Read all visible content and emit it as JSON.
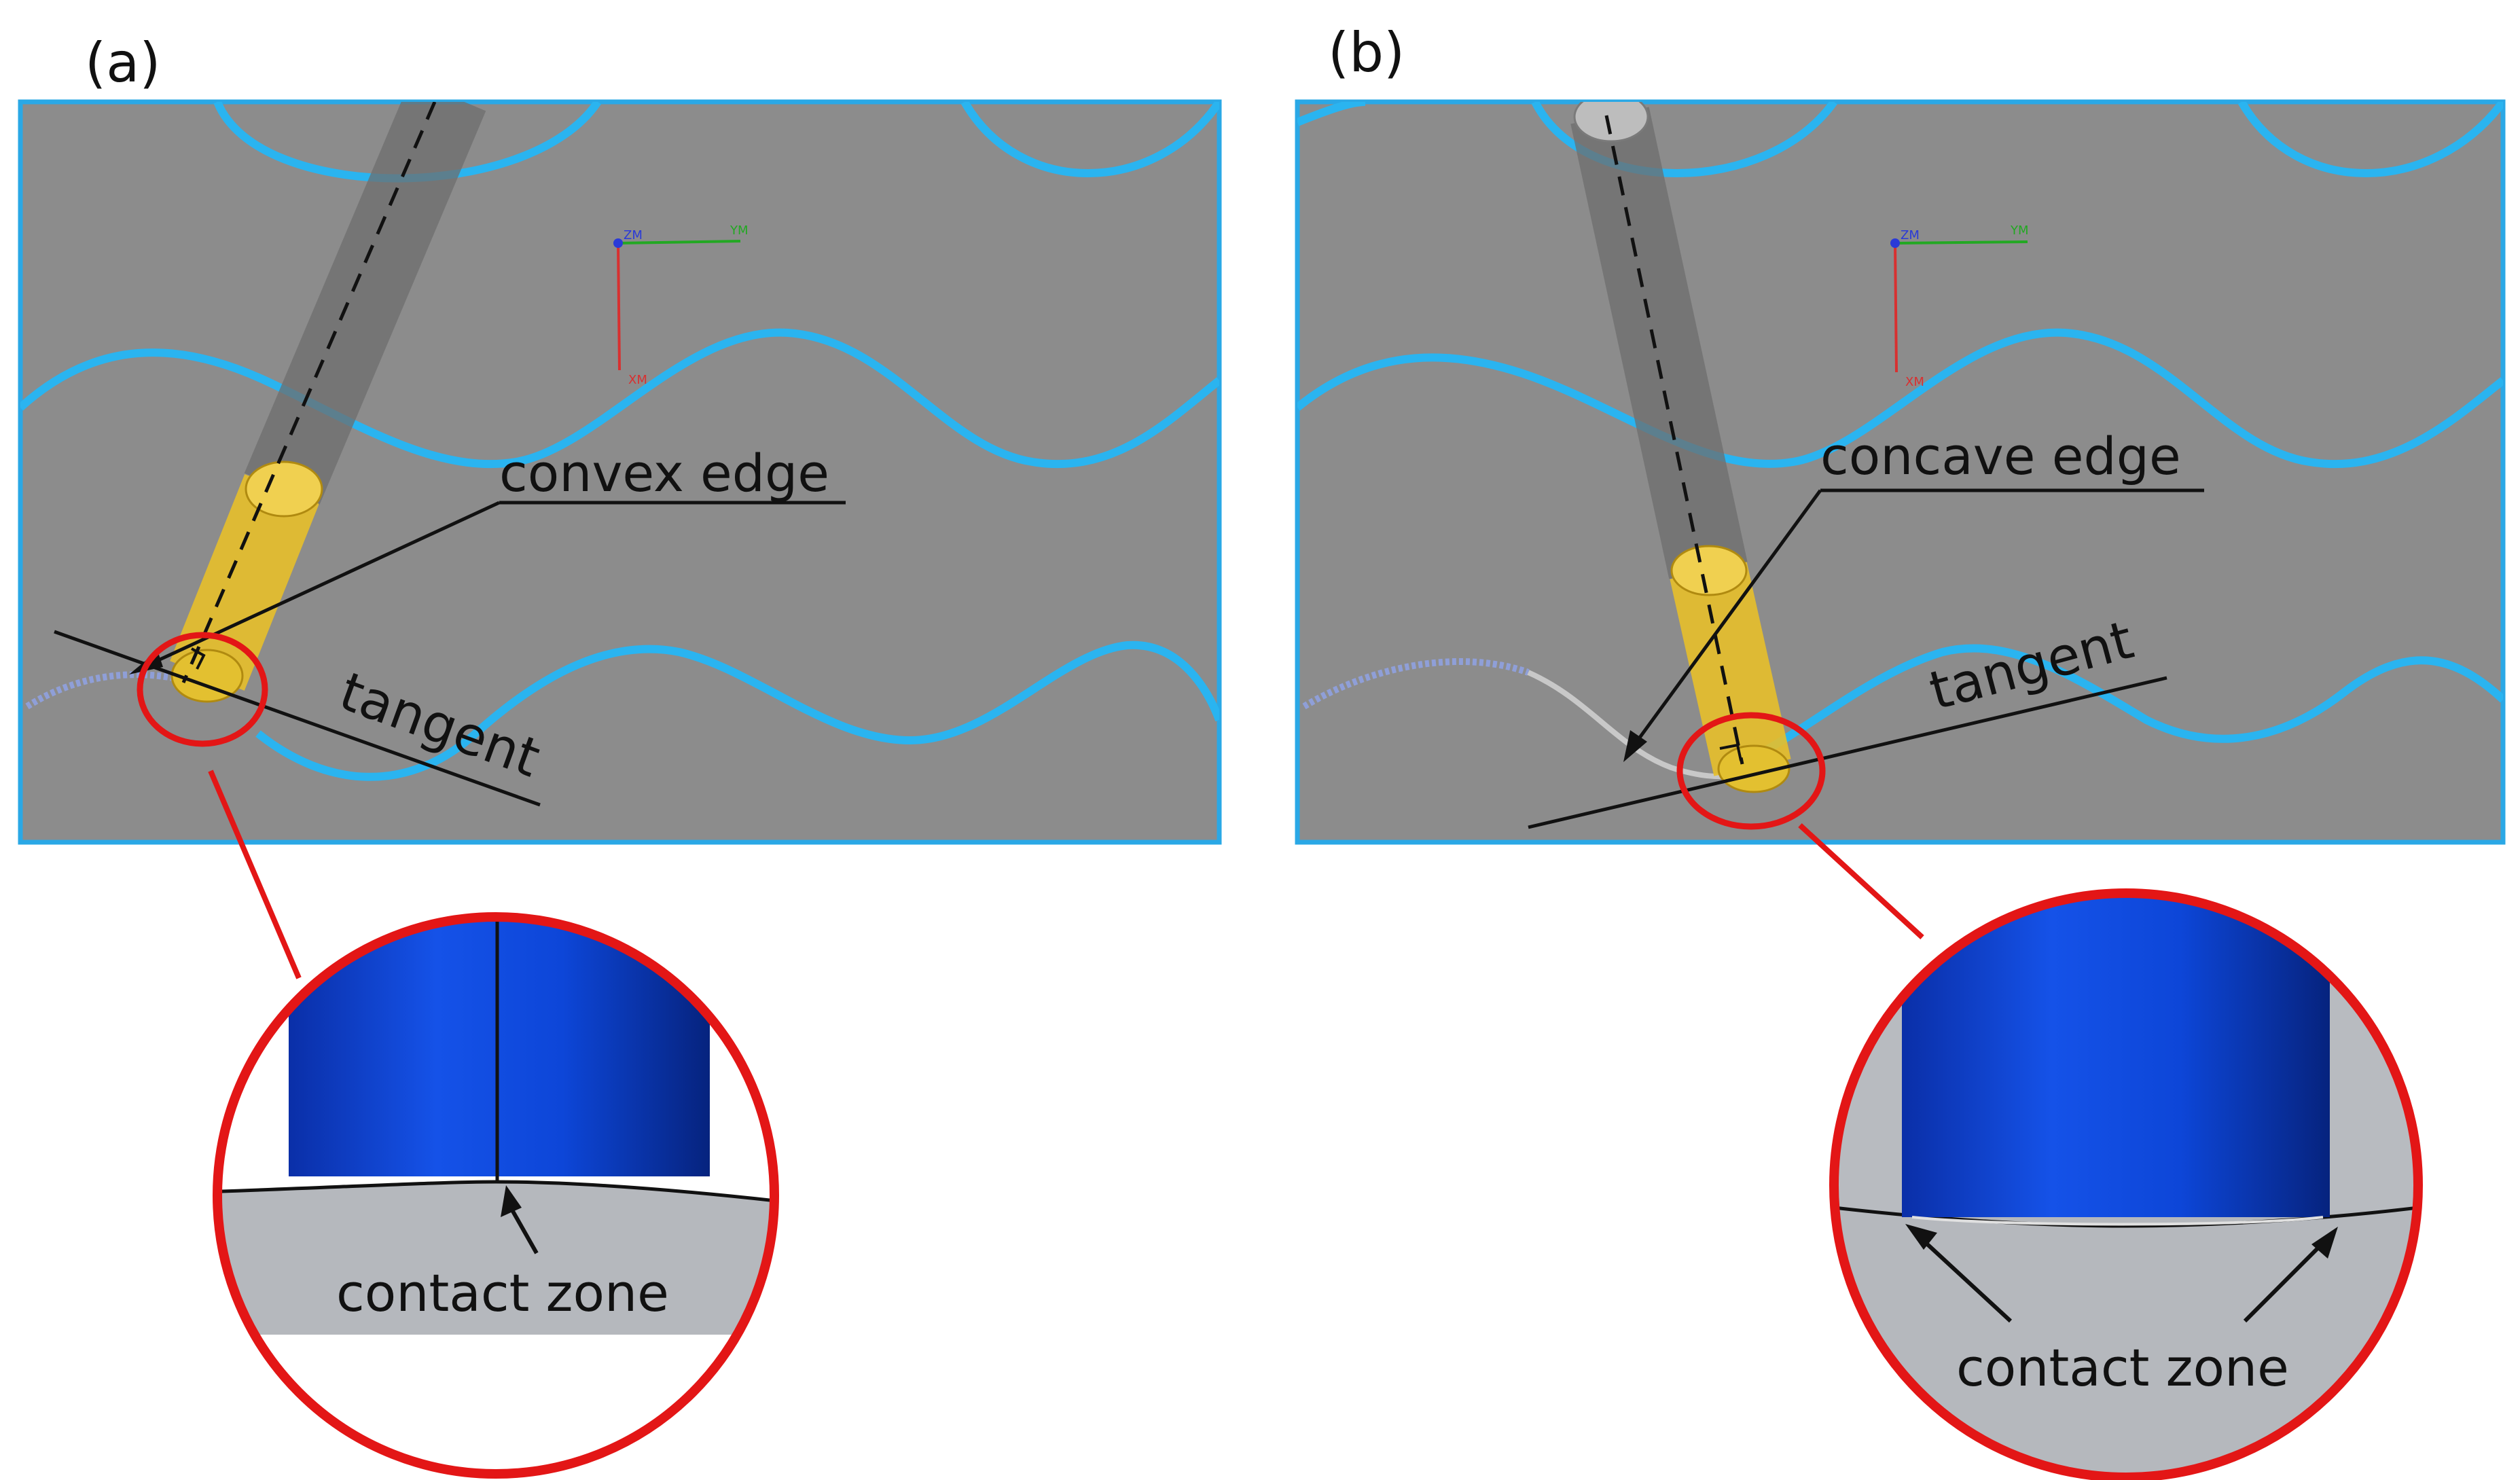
{
  "panels": [
    {
      "id": "a",
      "label": "(a)",
      "edge_label": "convex edge",
      "tangent_label": "tangent",
      "contact_label": "contact zone",
      "axes": {
        "z": "ZM",
        "y": "YM",
        "x": "XM"
      }
    },
    {
      "id": "b",
      "label": "(b)",
      "edge_label": "concave edge",
      "tangent_label": "tangent",
      "contact_label": "contact zone",
      "axes": {
        "z": "ZM",
        "y": "YM",
        "x": "XM"
      }
    }
  ],
  "colors": {
    "viewport": "#8c8c8c",
    "frame": "#2aa8e6",
    "curve": "#2ab4f0",
    "tool": "#e7bf2a",
    "shank": "#6e6e6e",
    "callout": "#e31616",
    "cutter_blue": "#0b3fd6",
    "surface": "#b5b8bd",
    "axis_x": "#d83030",
    "axis_y": "#22a822",
    "axis_z": "#2a3ad8"
  }
}
